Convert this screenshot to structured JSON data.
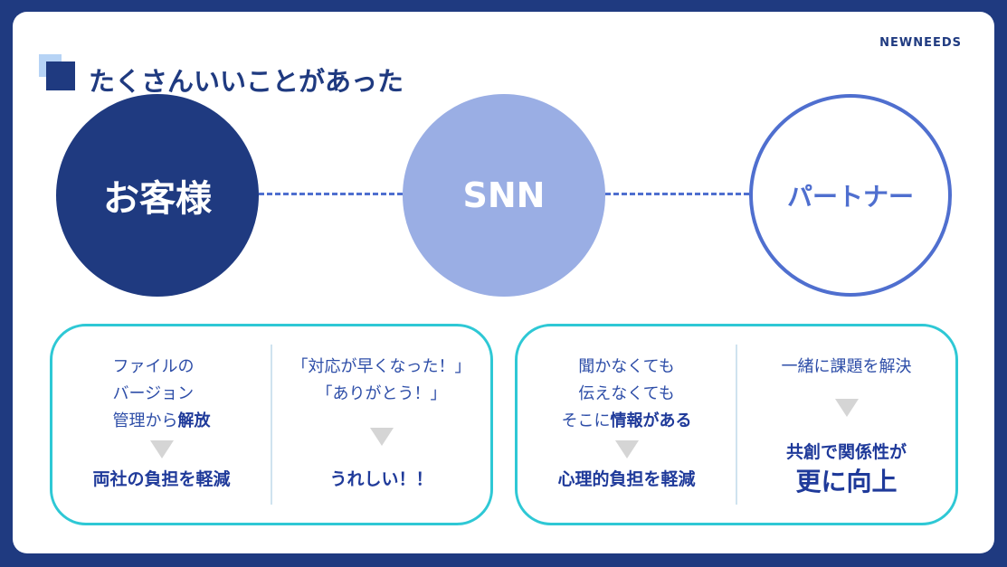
{
  "brand": "NEWNEEDS",
  "title": "たくさんいいことがあった",
  "circles": {
    "customer": "お客様",
    "snn": "SNN",
    "partner": "パートナー"
  },
  "left_box": {
    "col1": {
      "lines": [
        "ファイルの",
        "バージョン",
        "管理から"
      ],
      "bold": "解放",
      "result": "両社の負担を軽減"
    },
    "col2": {
      "lines": [
        "「対応が早くなった！」",
        "「ありがとう！」"
      ],
      "result": "うれしい！！"
    }
  },
  "right_box": {
    "col1": {
      "lines": [
        "聞かなくても",
        "伝えなくても",
        "そこに"
      ],
      "bold": "情報がある",
      "result": "心理的負担を軽減"
    },
    "col2": {
      "lines": [
        "一緒に課題を解決"
      ],
      "result": "共創で関係性が",
      "result_big": "更に向上"
    }
  }
}
